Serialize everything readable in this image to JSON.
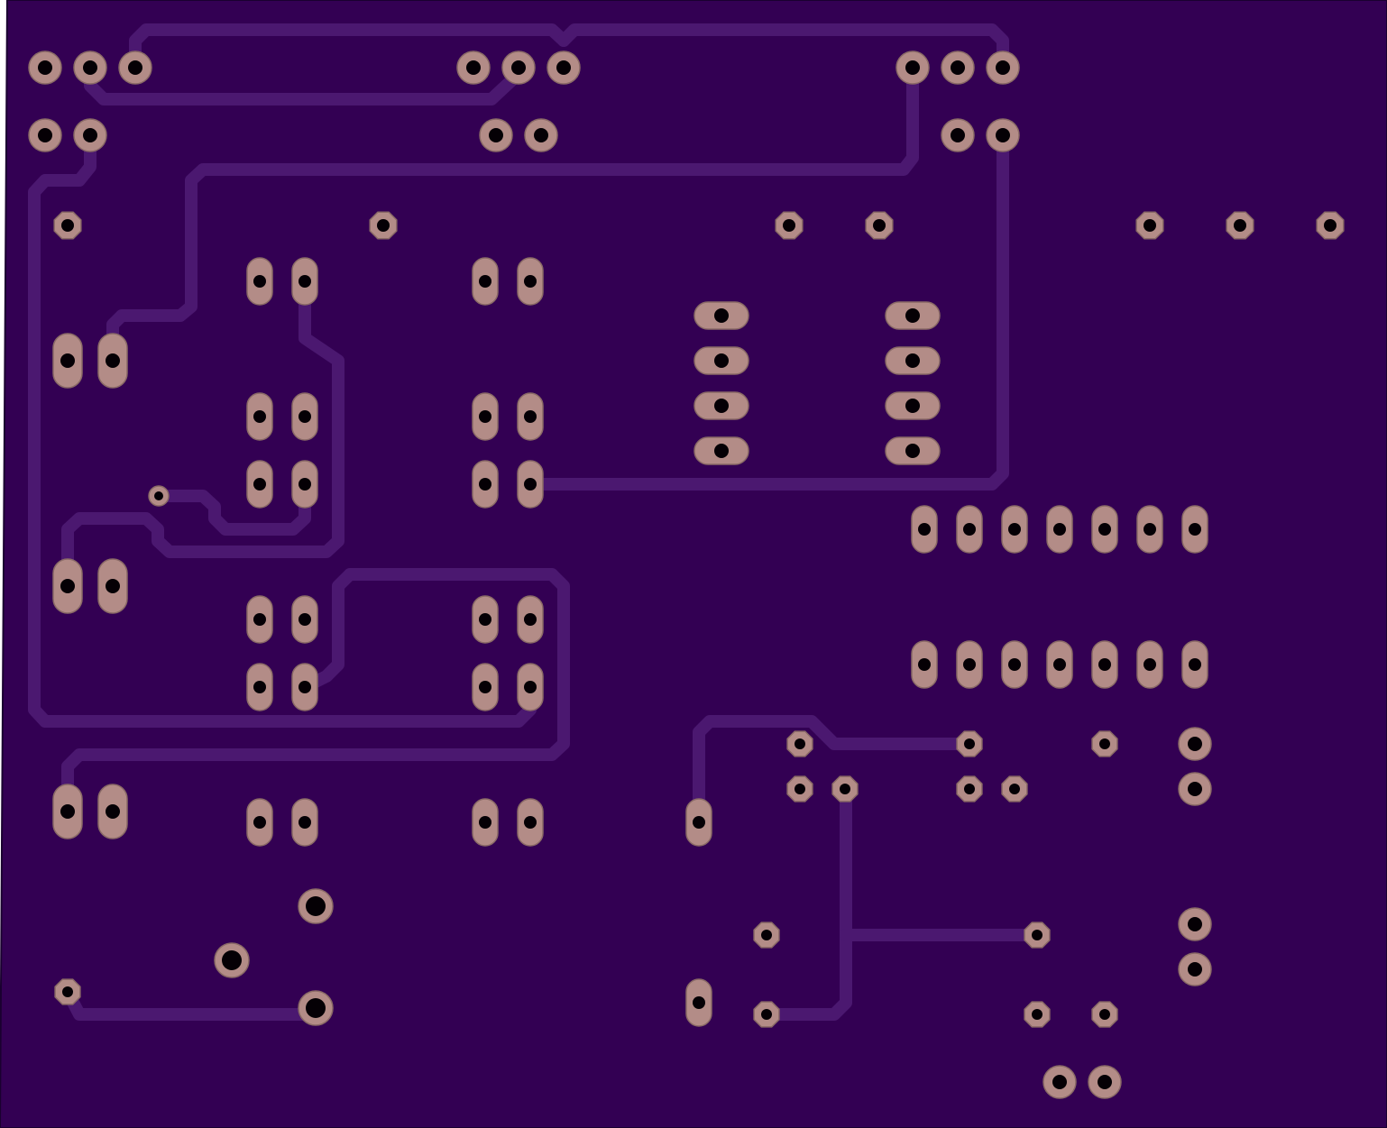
{
  "colors": {
    "board": "#330053",
    "board_edge": "#1a0030",
    "trace": "#4b1870",
    "pad": "#b38c87",
    "pad_edge": "#8a6a66",
    "hole": "#050005"
  },
  "layer": "bottom-copper",
  "pad_shapes": [
    "round",
    "oval-vertical",
    "oval-horizontal",
    "octagon",
    "via"
  ]
}
